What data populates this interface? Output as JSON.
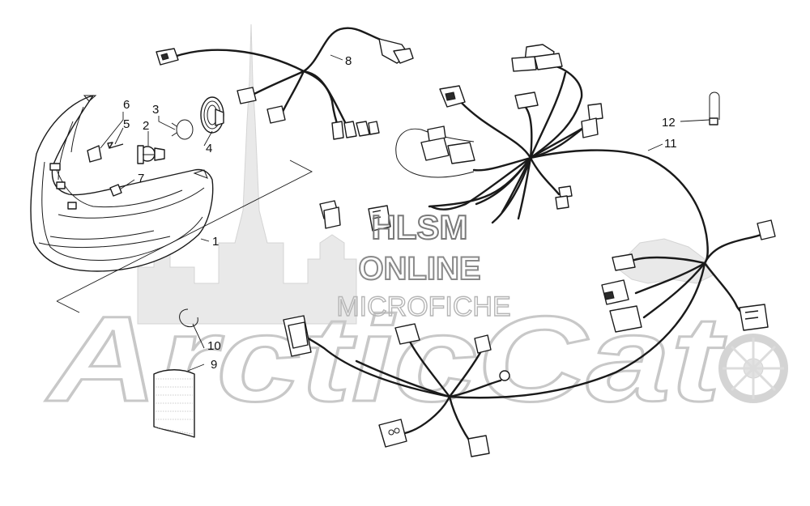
{
  "watermark": {
    "line1": "HLSM",
    "line2": "ONLINE",
    "line3": "MICROFICHE",
    "brand": "ArcticCat"
  },
  "callouts": [
    {
      "id": "1",
      "label": "1"
    },
    {
      "id": "2",
      "label": "2"
    },
    {
      "id": "3",
      "label": "3"
    },
    {
      "id": "4",
      "label": "4"
    },
    {
      "id": "5",
      "label": "5"
    },
    {
      "id": "6",
      "label": "6"
    },
    {
      "id": "7",
      "label": "7"
    },
    {
      "id": "8",
      "label": "8"
    },
    {
      "id": "9",
      "label": "9"
    },
    {
      "id": "10",
      "label": "10"
    },
    {
      "id": "11",
      "label": "11"
    },
    {
      "id": "12",
      "label": "12"
    }
  ]
}
